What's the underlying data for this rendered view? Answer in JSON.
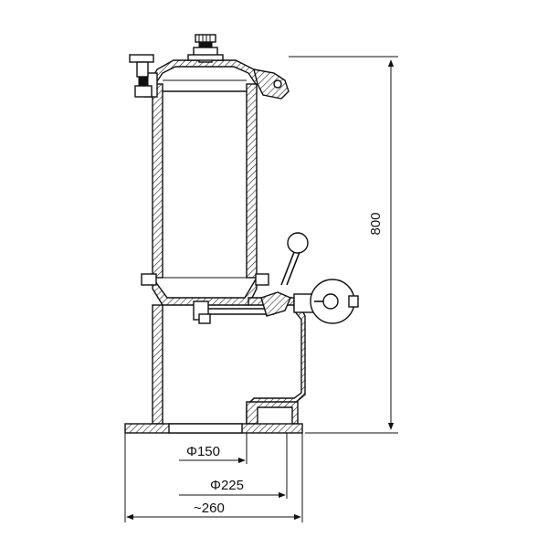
{
  "dimensions": {
    "height": "800",
    "inner_diameter": "Φ150",
    "outer_diameter": "Φ225",
    "base_width": "~260"
  }
}
